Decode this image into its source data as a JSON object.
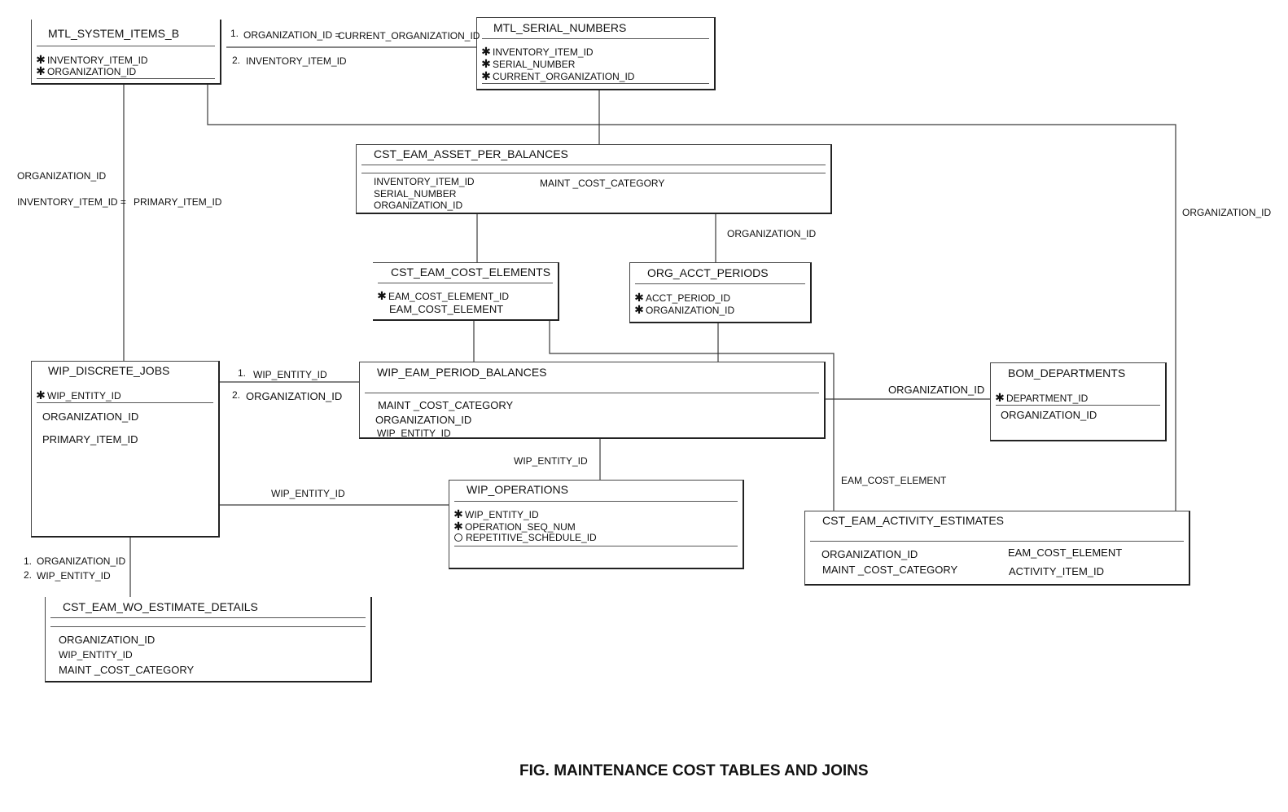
{
  "caption": "FIG. MAINTENANCE COST TABLES AND JOINS",
  "entities": {
    "mtl_system_items_b": {
      "name": "MTL_SYSTEM_ITEMS_B",
      "attrs": [
        {
          "marker": "pk",
          "text": "INVENTORY_ITEM_ID"
        },
        {
          "marker": "pk",
          "text": "ORGANIZATION_ID"
        }
      ]
    },
    "mtl_serial_numbers": {
      "name": "MTL_SERIAL_NUMBERS",
      "attrs": [
        {
          "marker": "pk",
          "text": "INVENTORY_ITEM_ID"
        },
        {
          "marker": "pk",
          "text": "SERIAL_NUMBER"
        },
        {
          "marker": "pk",
          "text": "CURRENT_ORGANIZATION_ID"
        }
      ]
    },
    "cst_eam_asset_per_balances": {
      "name": "CST_EAM_ASSET_PER_BALANCES",
      "attrs": [
        {
          "text": "INVENTORY_ITEM_ID"
        },
        {
          "text": "SERIAL_NUMBER"
        },
        {
          "text": "ORGANIZATION_ID"
        },
        {
          "text": "MAINT _COST_CATEGORY"
        }
      ]
    },
    "cst_eam_cost_elements": {
      "name": "CST_EAM_COST_ELEMENTS",
      "attrs": [
        {
          "marker": "pk",
          "text": "EAM_COST_ELEMENT_ID"
        },
        {
          "text": "EAM_COST_ELEMENT"
        }
      ]
    },
    "org_acct_periods": {
      "name": "ORG_ACCT_PERIODS",
      "attrs": [
        {
          "marker": "pk",
          "text": "ACCT_PERIOD_ID"
        },
        {
          "marker": "pk",
          "text": "ORGANIZATION_ID"
        }
      ]
    },
    "wip_discrete_jobs": {
      "name": "WIP_DISCRETE_JOBS",
      "attrs": [
        {
          "marker": "pk",
          "text": "WIP_ENTITY_ID"
        },
        {
          "text": "ORGANIZATION_ID"
        },
        {
          "text": "PRIMARY_ITEM_ID"
        }
      ]
    },
    "wip_eam_period_balances": {
      "name": "WIP_EAM_PERIOD_BALANCES",
      "attrs": [
        {
          "text": "MAINT _COST_CATEGORY"
        },
        {
          "text": "ORGANIZATION_ID"
        },
        {
          "text": "WIP_ENTITY_ID"
        }
      ]
    },
    "bom_departments": {
      "name": "BOM_DEPARTMENTS",
      "attrs": [
        {
          "marker": "pk",
          "text": "DEPARTMENT_ID"
        },
        {
          "text": "ORGANIZATION_ID"
        }
      ]
    },
    "wip_operations": {
      "name": "WIP_OPERATIONS",
      "attrs": [
        {
          "marker": "pk",
          "text": "WIP_ENTITY_ID"
        },
        {
          "marker": "pk",
          "text": "OPERATION_SEQ_NUM"
        },
        {
          "marker": "optional",
          "text": "REPETITIVE_SCHEDULE_ID"
        }
      ]
    },
    "cst_eam_activity_estimates": {
      "name": "CST_EAM_ACTIVITY_ESTIMATES",
      "attrs": [
        {
          "text": "ORGANIZATION_ID"
        },
        {
          "text": "MAINT _COST_CATEGORY"
        },
        {
          "text": "EAM_COST_ELEMENT"
        },
        {
          "text": "ACTIVITY_ITEM_ID"
        }
      ]
    },
    "cst_eam_wo_estimate_details": {
      "name": "CST_EAM_WO_ESTIMATE_DETAILS",
      "attrs": [
        {
          "text": "ORGANIZATION_ID"
        },
        {
          "text": "WIP_ENTITY_ID"
        },
        {
          "text": "MAINT _COST_CATEGORY"
        }
      ]
    }
  },
  "joins": {
    "items_serial_1_num": "1.",
    "items_serial_1_a": "ORGANIZATION_ID =",
    "items_serial_1_b": "CURRENT_ORGANIZATION_ID",
    "items_serial_2_num": "2.",
    "items_serial_2": "INVENTORY_ITEM_ID",
    "items_jobs_org": "ORGANIZATION_ID",
    "items_jobs_item": "INVENTORY_ITEM_ID =",
    "items_jobs_primary": "PRIMARY_ITEM_ID",
    "items_activity_org": "ORGANIZATION_ID",
    "asset_periods_org": "ORGANIZATION_ID",
    "jobs_balances_1_num": "1.",
    "jobs_balances_1": "WIP_ENTITY_ID",
    "jobs_balances_2_num": "2.",
    "jobs_balances_2": "ORGANIZATION_ID",
    "balances_bom_org": "ORGANIZATION_ID",
    "balances_ops_entity": "WIP_ENTITY_ID",
    "jobs_ops_entity": "WIP_ENTITY_ID",
    "elements_activity": "EAM_COST_ELEMENT",
    "jobs_wo_1_num": "1.",
    "jobs_wo_1": "ORGANIZATION_ID",
    "jobs_wo_2_num": "2.",
    "jobs_wo_2": "WIP_ENTITY_ID"
  }
}
